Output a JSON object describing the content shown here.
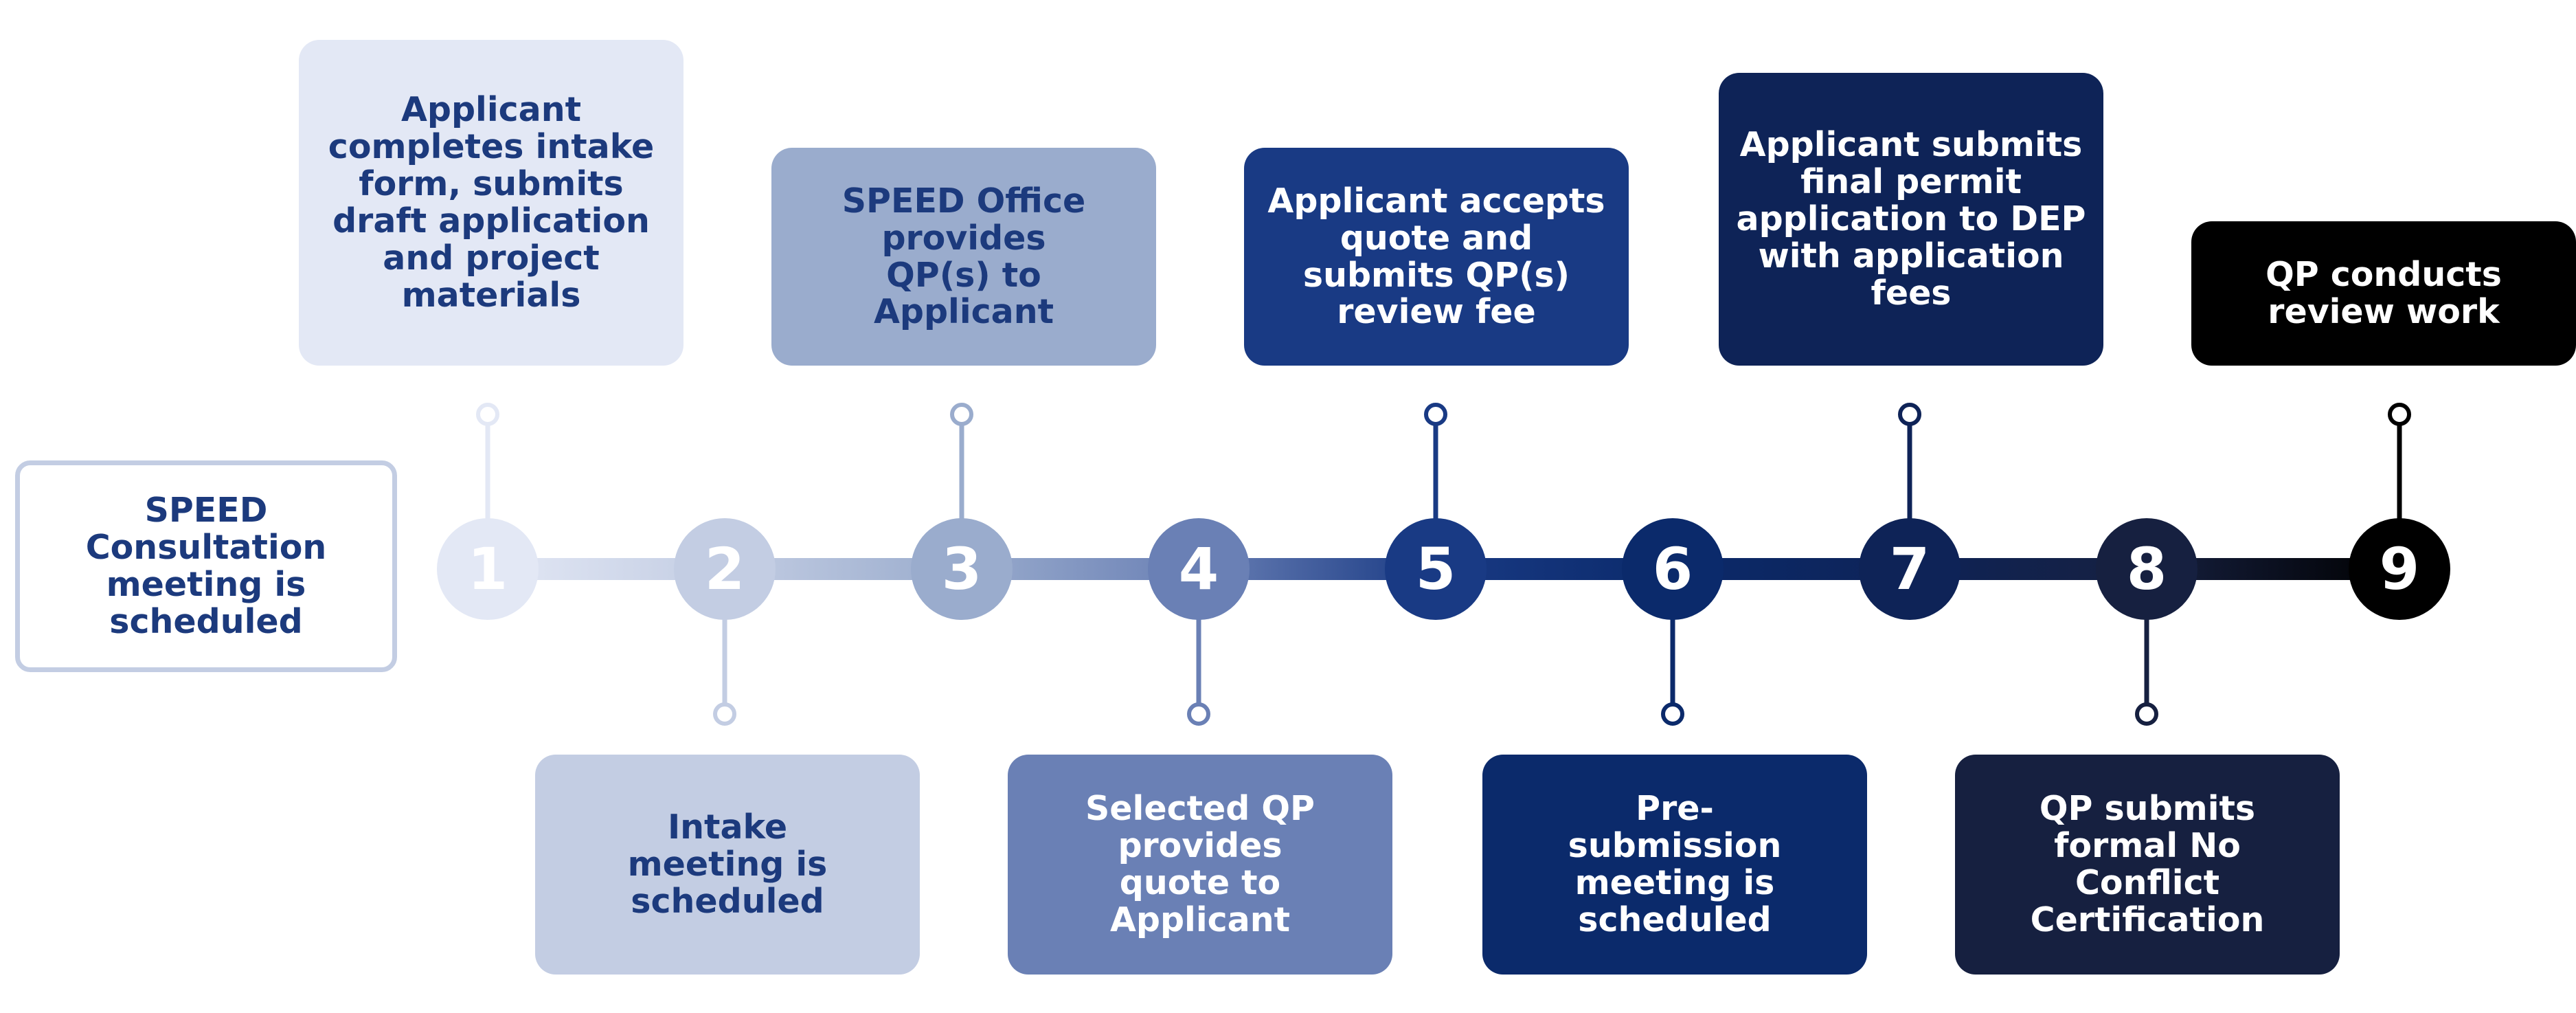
{
  "steps": [
    {
      "num": "1",
      "text": "SPEED Consultation meeting is scheduled",
      "fill": "#ffffff",
      "border": "#c3cde3",
      "circle": "#e3e8f5",
      "text_color": "#1c3a7d"
    },
    {
      "num": "2",
      "text": "Applicant completes intake form, submits draft application and project materials",
      "fill": "#e3e8f5",
      "circle": "#c3cde3",
      "text_color": "#1c3a7d"
    },
    {
      "num": "3",
      "text": "Intake meeting is scheduled",
      "fill": "#c3cde3",
      "circle": "#9aaccd",
      "text_color": "#1c3a7d"
    },
    {
      "num": "4",
      "text": "SPEED Office provides QP(s) to Applicant",
      "fill": "#9aaccd",
      "circle": "#6a80b5",
      "text_color": "#1c3a7d"
    },
    {
      "num": "5",
      "text": "Selected QP provides quote to Applicant",
      "fill": "#6a80b5",
      "circle": "#193a84",
      "text_color": "#ffffff"
    },
    {
      "num": "6",
      "text": "Applicant accepts quote and submits QP(s) review fee",
      "fill": "#193a84",
      "circle": "#0b2a6b",
      "text_color": "#ffffff"
    },
    {
      "num": "7",
      "text": "Pre-submission meeting is scheduled",
      "fill": "#0b2a6b",
      "circle": "#0e2357",
      "text_color": "#ffffff"
    },
    {
      "num": "8",
      "text": "Applicant submits final permit application to DEP with application fees",
      "fill": "#0e2357",
      "circle": "#162040",
      "text_color": "#ffffff"
    },
    {
      "num": "9",
      "text": "QP submits formal No Conflict Certification",
      "fill": "#162040",
      "circle": "#000000",
      "text_color": "#ffffff"
    },
    {
      "num": "",
      "text": "QP conducts review work",
      "fill": "#000000",
      "circle": "",
      "text_color": "#ffffff"
    }
  ]
}
